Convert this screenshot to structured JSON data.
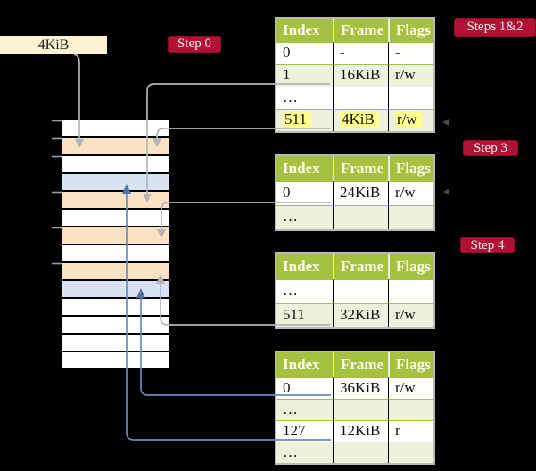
{
  "register": {
    "label": "4KiB"
  },
  "badges": {
    "step0": "Step 0",
    "steps12": "Steps 1&2",
    "step3": "Step 3",
    "step4": "Step 4"
  },
  "memory": {
    "rows": [
      {
        "fill": "white"
      },
      {
        "fill": "orange"
      },
      {
        "fill": "white"
      },
      {
        "fill": "blue"
      },
      {
        "fill": "orange"
      },
      {
        "fill": "white"
      },
      {
        "fill": "orange"
      },
      {
        "fill": "white"
      },
      {
        "fill": "orange"
      },
      {
        "fill": "blue"
      },
      {
        "fill": "white"
      },
      {
        "fill": "white"
      },
      {
        "fill": "white"
      },
      {
        "fill": "white"
      }
    ]
  },
  "tables": [
    {
      "columns": [
        "Index",
        "Frame",
        "Flags"
      ],
      "rows": [
        {
          "cells": [
            "0",
            "-",
            "-"
          ]
        },
        {
          "cells": [
            "1",
            "16KiB",
            "r/w"
          ]
        },
        {
          "cells": [
            "…",
            "",
            ""
          ]
        },
        {
          "cells": [
            "511",
            "4KiB",
            "r/w"
          ],
          "highlighted": true
        }
      ]
    },
    {
      "columns": [
        "Index",
        "Frame",
        "Flags"
      ],
      "rows": [
        {
          "cells": [
            "0",
            "24KiB",
            "r/w"
          ]
        },
        {
          "cells": [
            "…",
            "",
            ""
          ]
        }
      ]
    },
    {
      "columns": [
        "Index",
        "Frame",
        "Flags"
      ],
      "rows": [
        {
          "cells": [
            "…",
            "",
            ""
          ]
        },
        {
          "cells": [
            "511",
            "32KiB",
            "r/w"
          ]
        }
      ]
    },
    {
      "columns": [
        "Index",
        "Frame",
        "Flags"
      ],
      "rows": [
        {
          "cells": [
            "0",
            "36KiB",
            "r/w"
          ]
        },
        {
          "cells": [
            "…",
            "",
            ""
          ]
        },
        {
          "cells": [
            "127",
            "12KiB",
            "r"
          ]
        },
        {
          "cells": [
            "…",
            "",
            ""
          ]
        }
      ]
    }
  ],
  "palette": {
    "background": "#000000",
    "badge_crimson": "#b11134",
    "table_header_olive": "#a4c240",
    "table_row_green": "#edf2dc",
    "memory_pagetable_orange": "#fbe2c3",
    "memory_datapage_blue": "#d8e4f4",
    "register_cream": "#fcf3d2",
    "highlight_yellow": "#ffff90",
    "connector_gray": "#b3b5ba",
    "connector_blue": "#6b8bba"
  }
}
